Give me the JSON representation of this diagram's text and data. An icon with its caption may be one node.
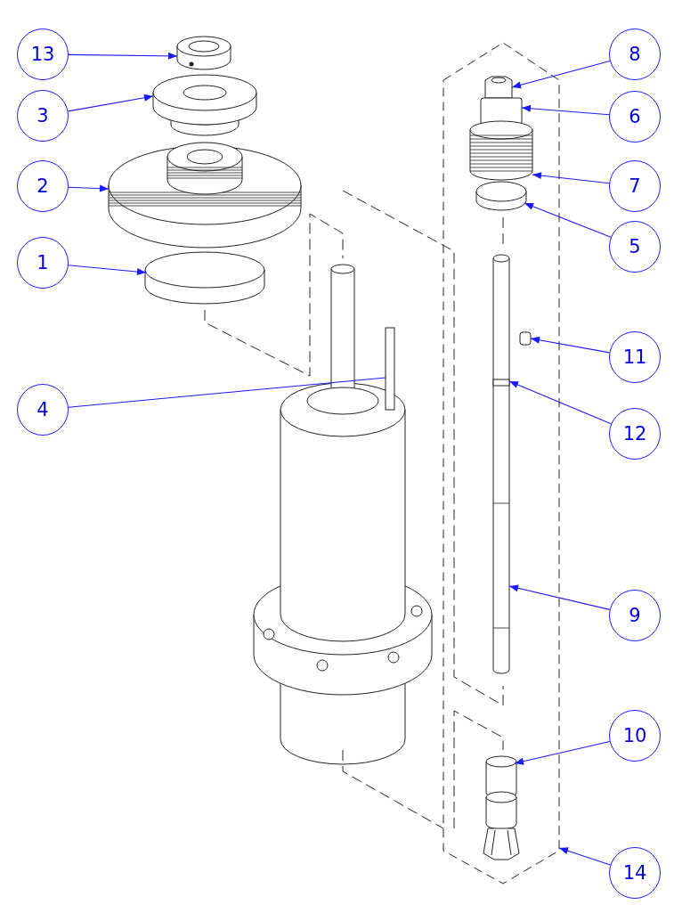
{
  "diagram": {
    "nodes": [
      {
        "text": [
          "13"
        ]
      },
      {
        "text": [
          "8"
        ]
      },
      {
        "text": [
          "3"
        ]
      },
      {
        "text": [
          "6"
        ]
      },
      {
        "text": [
          "2"
        ]
      },
      {
        "text": [
          "7"
        ]
      },
      {
        "text": [
          "5"
        ]
      },
      {
        "text": [
          "1"
        ]
      },
      {
        "text": [
          "11"
        ]
      },
      {
        "text": [
          "4"
        ]
      },
      {
        "text": [
          "12"
        ]
      },
      {
        "text": [
          "9"
        ]
      },
      {
        "text": [
          "10"
        ]
      },
      {
        "text": [
          "14"
        ]
      },
      {
        "text": [],
        "shape": "picture"
      },
      {
        "text": [],
        "shape": "picture"
      },
      {
        "text": [],
        "shape": "picture"
      },
      {
        "text": [],
        "shape": "cylinder"
      },
      {
        "text": [],
        "shape": "bar"
      },
      {
        "text": [],
        "shape": "picture"
      },
      {
        "text": [],
        "shape": "picture",
        "in": 19
      },
      {
        "text": [],
        "shape": "box",
        "in": 19
      },
      {
        "text": [],
        "shape": "picture",
        "in": 19
      },
      {
        "text": [],
        "shape": "cylinder",
        "in": 19
      },
      {
        "text": [],
        "shape": "picture",
        "in": 19
      },
      {
        "text": [],
        "shape": "box",
        "in": 19
      },
      {
        "text": [],
        "shape": "bar",
        "in": 24
      },
      {
        "text": [],
        "shape": "picture",
        "in": 19
      }
    ],
    "edges": [
      {
        "from": 0,
        "to": 14,
        "arrow": "to"
      },
      {
        "from": 1,
        "to": 20,
        "arrow": "to"
      },
      {
        "from": 2,
        "to": 15,
        "arrow": "to"
      },
      {
        "from": 3,
        "to": 21,
        "arrow": "to"
      },
      {
        "from": 4,
        "to": 16,
        "arrow": "to"
      },
      {
        "from": 5,
        "to": 22,
        "arrow": "to"
      },
      {
        "from": 6,
        "to": 23,
        "arrow": "to"
      },
      {
        "from": 7,
        "to": 17,
        "arrow": "to"
      },
      {
        "from": 8,
        "to": 25,
        "arrow": "to"
      },
      {
        "from": 9,
        "to": 18,
        "arrow": "none"
      },
      {
        "from": 10,
        "to": 26,
        "arrow": "to"
      },
      {
        "from": 11,
        "to": 24,
        "arrow": "to"
      },
      {
        "from": 12,
        "to": 27,
        "arrow": "to"
      },
      {
        "from": 13,
        "to": 19,
        "arrow": "to"
      }
    ]
  }
}
